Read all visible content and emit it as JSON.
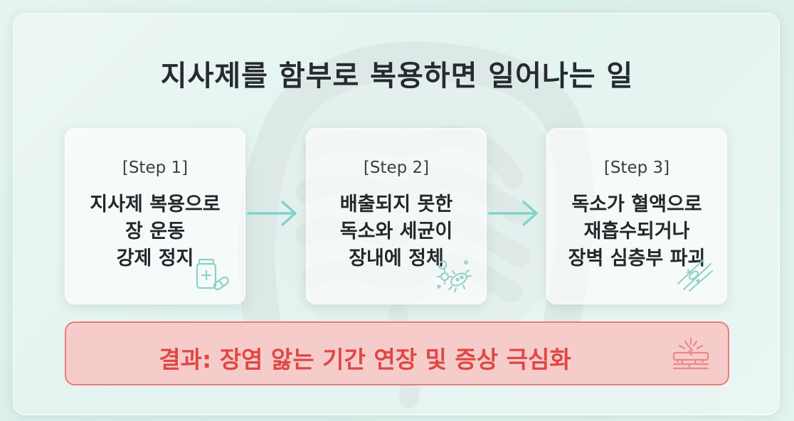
{
  "title": "지사제를 함부로 복용하면 일어나는 일",
  "steps": [
    {
      "label": "[Step 1]",
      "lines": [
        "지사제 복용으로",
        "장 운동",
        "강제 정지"
      ],
      "icon": "medicine-bottle-icon"
    },
    {
      "label": "[Step 2]",
      "lines": [
        "배출되지 못한",
        "독소와 세균이",
        "장내에 정체"
      ],
      "icon": "bacteria-icon"
    },
    {
      "label": "[Step 3]",
      "lines": [
        "독소가 혈액으로",
        "재흡수되거나",
        "장벽 심층부 파괴"
      ],
      "icon": "damaged-intestine-wall-icon"
    }
  ],
  "arrows": [
    "arrow-right-icon",
    "arrow-right-icon"
  ],
  "result": {
    "text": "결과: 장염 앓는 기간 연장 및 증상 극심화",
    "icon": "crack-burst-icon"
  },
  "colors": {
    "background": "#dff1ed",
    "arrow": "#7fd3cf",
    "result_text": "#df4843",
    "result_border": "#ee7b78",
    "result_fill": "#f6cccb",
    "icon_teal": "#8fcfc8"
  }
}
